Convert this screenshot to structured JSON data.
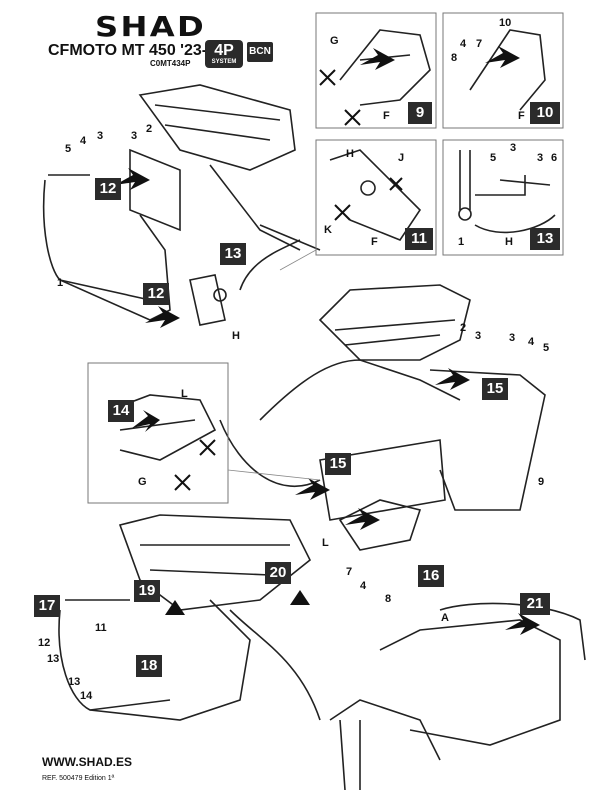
{
  "header": {
    "brand": "SHAD",
    "model": "CFMOTO MT 450 '23-",
    "ref_code": "C0MT434P",
    "badge_4p": "4P",
    "badge_4p_sub": "SYSTEM",
    "badge_bcn": "BCN"
  },
  "steps": {
    "s9": "9",
    "s10": "10",
    "s11": "11",
    "s12a": "12",
    "s12b": "12",
    "s13a": "13",
    "s13b": "13",
    "s14": "14",
    "s15a": "15",
    "s15b": "15",
    "s16": "16",
    "s17": "17",
    "s18": "18",
    "s19": "19",
    "s20": "20",
    "s21": "21"
  },
  "labels": {
    "G1": "G",
    "F1": "F",
    "n8": "8",
    "n7": "7",
    "n4a": "4",
    "n10": "10",
    "F2": "F",
    "H1": "H",
    "J1": "J",
    "K1": "K",
    "F3": "F",
    "n5a": "5",
    "n3a": "3",
    "n3b": "3",
    "n6a": "6",
    "n1a": "1",
    "H2": "H",
    "n5b": "5",
    "n4b": "4",
    "n3c": "3",
    "n3d": "3",
    "n2a": "2",
    "n1b": "1",
    "H3": "H",
    "L1": "L",
    "G2": "G",
    "n2b": "2",
    "n3e": "3",
    "n3f": "3",
    "n4c": "4",
    "n5c": "5",
    "n9": "9",
    "L2": "L",
    "n7b": "7",
    "n4d": "4",
    "n8b": "8",
    "n11": "11",
    "n12": "12",
    "n13a": "13",
    "n13b": "13",
    "n14": "14",
    "A1": "A"
  },
  "footer": {
    "url": "WWW.SHAD.ES",
    "edition": "REF. 500479 Edition 1ª"
  }
}
